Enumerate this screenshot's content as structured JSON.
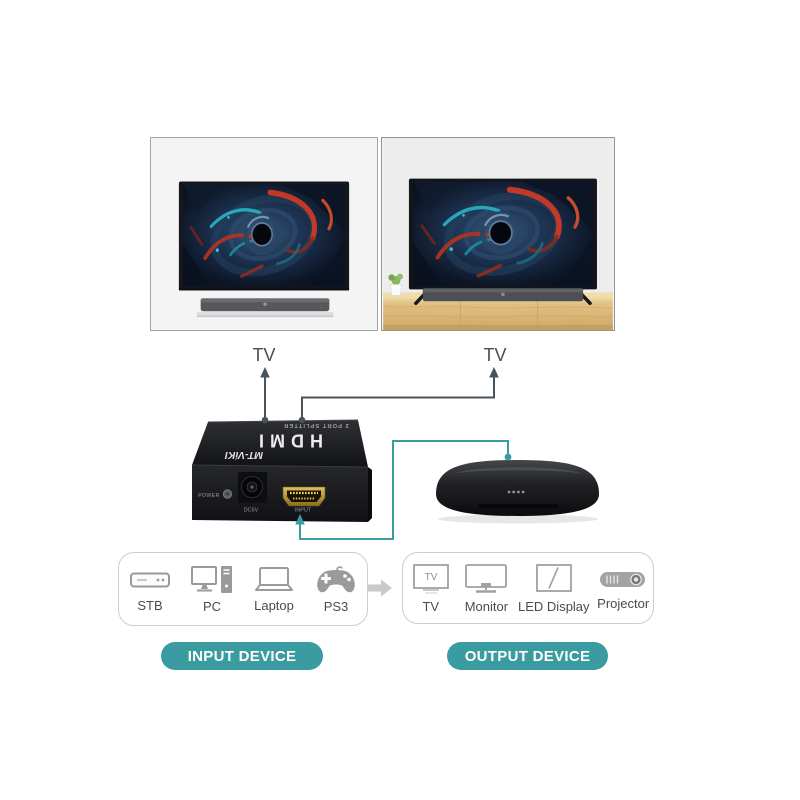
{
  "scene": {
    "left_tv_label": "TV",
    "right_tv_label": "TV"
  },
  "splitter": {
    "top_text": "2 PORT SPLITTER",
    "logo_text": "HDMI",
    "brand_text": "MT-ViKI",
    "power_label": "POWER",
    "dc_label": "DC5V",
    "input_label": "INPUT"
  },
  "input_panel": {
    "badge_label": "INPUT DEVICE",
    "items": [
      {
        "label": "STB",
        "icon": "stb-icon"
      },
      {
        "label": "PC",
        "icon": "pc-icon"
      },
      {
        "label": "Laptop",
        "icon": "laptop-icon"
      },
      {
        "label": "PS3",
        "icon": "gamepad-icon"
      }
    ]
  },
  "output_panel": {
    "badge_label": "OUTPUT DEVICE",
    "tv_icon_text": "TV",
    "items": [
      {
        "label": "TV",
        "icon": "tv-icon"
      },
      {
        "label": "Monitor",
        "icon": "monitor-icon"
      },
      {
        "label": "LED Display",
        "icon": "led-display-icon"
      },
      {
        "label": "Projector",
        "icon": "projector-icon"
      }
    ]
  },
  "colors": {
    "accent_teal": "#3a9ba0",
    "connector_dark": "#47525b",
    "panel_border": "#cdcdcd",
    "icon_gray": "#9a9a9a",
    "wood": "#dcbd80"
  }
}
